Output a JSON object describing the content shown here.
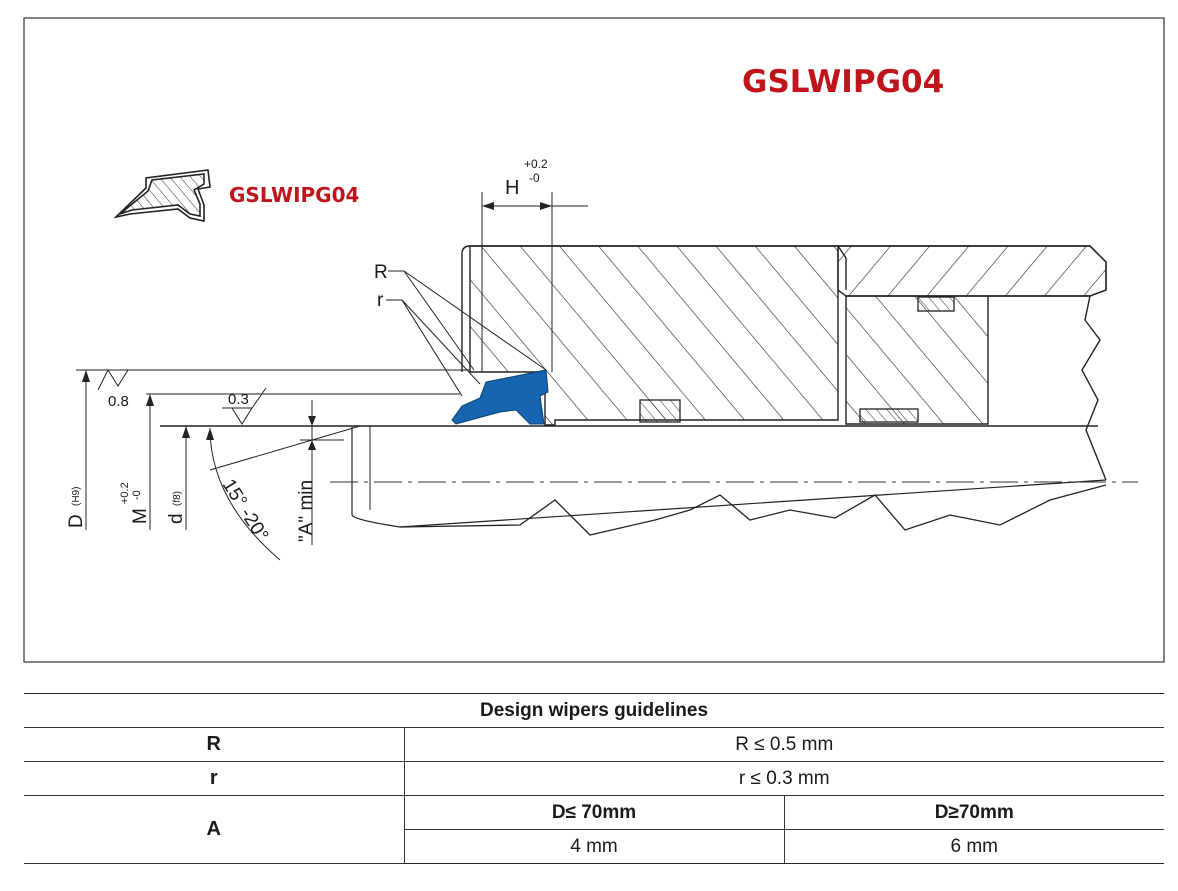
{
  "drawing": {
    "title": "GSLWIPG04",
    "profile_label": "GSLWIPG04",
    "dims": {
      "H": "H",
      "H_tol_upper": "+0.2",
      "H_tol_lower": "-0",
      "R": "R",
      "r": "r",
      "roughness_1": "0.8",
      "roughness_2": "0.3",
      "D": "D",
      "D_fit": "(H9)",
      "M": "M",
      "M_tol_upper": "+0.2",
      "M_tol_lower": "-0",
      "d": "d",
      "d_fit": "(f8)",
      "angle": "15° -20°",
      "A_min": "\"A\" min"
    },
    "colors": {
      "seal": "#1565b0",
      "title": "#c0141c"
    }
  },
  "table": {
    "title": "Design wipers guidelines",
    "rows": [
      {
        "key": "R",
        "value": "R ≤ 0.5 mm"
      },
      {
        "key": "r",
        "value": "r  ≤ 0.3 mm"
      }
    ],
    "a_row": {
      "key": "A",
      "headers": [
        "D≤ 70mm",
        "D≥70mm"
      ],
      "values": [
        "4 mm",
        "6 mm"
      ]
    }
  }
}
